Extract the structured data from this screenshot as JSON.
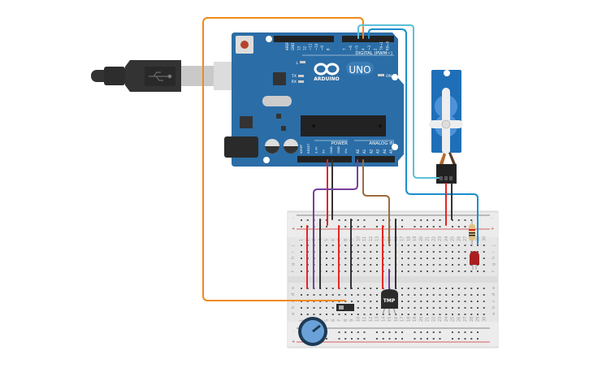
{
  "arduino": {
    "brand": "ARDUINO",
    "model": "UNO",
    "digital_label": "DIGITAL (PWM~)",
    "power_label": "POWER",
    "analog_label": "ANALOG IN",
    "on_label": "ON",
    "l_label": "L",
    "tx_label": "TX",
    "rx_label": "RX",
    "digital_pins": [
      "AREF",
      "GND",
      "13",
      "12",
      "~11",
      "~10",
      "~9",
      "8",
      "7",
      "~6",
      "~5",
      "4",
      "~3",
      "2",
      "TX→1",
      "RX←0"
    ],
    "power_pins": [
      "IOREF",
      "RESET",
      "3.3V",
      "5V",
      "GND",
      "GND",
      "Vin"
    ],
    "analog_pins": [
      "A0",
      "A1",
      "A2",
      "A3",
      "A4",
      "A5"
    ],
    "board_color": "#2b6da6"
  },
  "breadboard": {
    "rows_top": [
      "j",
      "i",
      "h",
      "g",
      "f"
    ],
    "rows_bottom": [
      "e",
      "d",
      "c",
      "b",
      "a"
    ],
    "columns": 30,
    "rail_minus": "-",
    "rail_plus": "+"
  },
  "components": {
    "temperature_sensor": {
      "label": "TMP"
    },
    "servo": {},
    "potentiometer": {},
    "slide_switch": {},
    "led": {
      "color": "#b01e1e"
    },
    "resistor": {}
  },
  "wire_colors": {
    "orange": "#f08a1c",
    "cyan": "#5cc0d8",
    "blue": "#1b8fcf",
    "red": "#e32626",
    "black": "#333333",
    "purple": "#7b3f9e",
    "brown": "#9b6b3e"
  }
}
